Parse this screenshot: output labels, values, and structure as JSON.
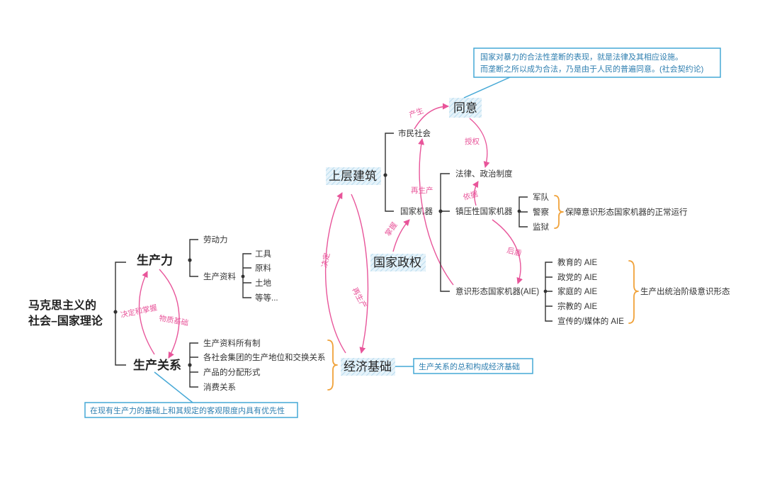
{
  "root": {
    "line1": "马克思主义的",
    "line2": "社会–国家理论"
  },
  "productive_forces": {
    "label": "生产力",
    "labor": "劳动力",
    "means": {
      "label": "生产资料",
      "items": [
        "工具",
        "原料",
        "土地",
        "等等..."
      ]
    }
  },
  "relations_of_production": {
    "label": "生产关系",
    "items": [
      "生产资料所有制",
      "各社会集团的生产地位和交换关系",
      "产品的分配形式",
      "消费关系"
    ],
    "note": "在现有生产力的基础上和其规定的客观限度内具有优先性"
  },
  "economic_base": {
    "label": "经济基础",
    "note": "生产关系的总和构成经济基础"
  },
  "superstructure": {
    "label": "上层建筑",
    "civil_society": "市民社会",
    "state_apparatus": "国家机器"
  },
  "state_power": "国家政权",
  "consent": {
    "label": "同意",
    "note_line1": "国家对暴力的合法性垄断的表现，就是法律及其相应设施。",
    "note_line2": "而垄断之所以成为合法，乃是由于人民的普遍同意。(社会契约论)"
  },
  "state_apparatus": {
    "law": "法律、政治制度",
    "repressive": {
      "label": "镇压性国家机器",
      "items": [
        "军队",
        "警察",
        "监狱"
      ],
      "summary": "保障意识形态国家机器的正常运行"
    },
    "ideological": {
      "label": "意识形态国家机器(AIE)",
      "items": [
        "教育的 AIE",
        "政党的 AIE",
        "家庭的 AIE",
        "宗教的 AIE",
        "宣传的/媒体的 AIE"
      ],
      "summary": "生产出统治阶级意识形态"
    }
  },
  "arrows": {
    "decide_control": "决定和掌握",
    "material_basis": "物质基础",
    "decide": "决定",
    "reproduce_base": "再生产",
    "control": "掌握",
    "reproduce_civil": "再生产",
    "produce": "产生",
    "authorize": "授权",
    "basis": "依据",
    "backing": "后盾"
  },
  "colors": {
    "arrow": "#e8559a",
    "brace": "#f0a23a",
    "callout": "#45a8d6",
    "ink": "#333333"
  }
}
